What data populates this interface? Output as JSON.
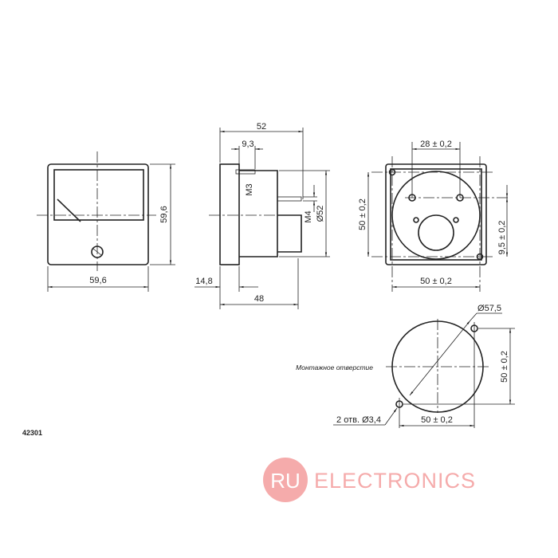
{
  "front_view": {
    "width_dim": "59,6",
    "height_dim": "59,6"
  },
  "side_view": {
    "overall_depth": "52",
    "screw_offset": "9,3",
    "screw_thread": "M3",
    "stud_thread": "M4",
    "body_diameter": "Ø52",
    "bezel_depth": "14,8",
    "body_depth": "48"
  },
  "rear_view": {
    "stud_spacing": "28 ± 0,2",
    "vertical_spacing": "50 ± 0,2",
    "horizontal_spacing": "50 ± 0,2",
    "stud_offset": "9,5 ± 0,2"
  },
  "mounting_cutout": {
    "label": "Монтажное отверстие",
    "diameter": "Ø57,5",
    "vertical_spacing": "50 ± 0,2",
    "horizontal_spacing": "50 ± 0,2",
    "holes": "2 отв. Ø3,4"
  },
  "part_number": "42301",
  "watermark": {
    "logo_initials": "RU",
    "logo_text": "ELECTRONICS",
    "color": "#f5a3a3"
  }
}
